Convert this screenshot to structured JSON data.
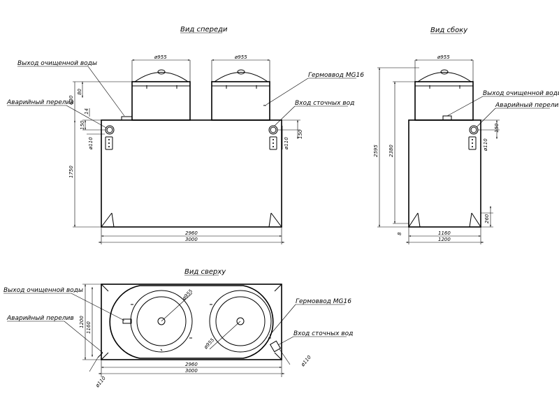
{
  "views": {
    "front": "Вид спереди",
    "side": "Вид сбоку",
    "top": "Вид сверху"
  },
  "labels": {
    "clean_water_outlet": "Выход очищенной воды",
    "emergency_overflow": "Аварийный перелив",
    "cable_gland": "Гермоввод MG16",
    "wastewater_inlet": "Вход сточных вод"
  },
  "dimensions": {
    "front": {
      "lid_dia_left": "ø955",
      "lid_dia_right": "ø955",
      "h630": "630",
      "h80": "80",
      "h14": "14",
      "h150_left": "150",
      "h150_right": "150",
      "pipe_left": "ø110",
      "pipe_right": "ø110",
      "h1750": "1750",
      "w2960": "2960",
      "w3000": "3000"
    },
    "side": {
      "lid_dia": "ø955",
      "h2595": "2595",
      "h2380": "2380",
      "h8": "8",
      "h150": "150",
      "pipe": "ø110",
      "h260": "260",
      "w1160": "1160",
      "w1200": "1200"
    },
    "top": {
      "dia_left": "ø955",
      "dia_right": "ø955",
      "h1200": "1200",
      "h1160": "1160",
      "w2960": "2960",
      "w3000": "3000",
      "pipe_inlet": "ø110",
      "pipe_bottom": "ø110"
    }
  }
}
